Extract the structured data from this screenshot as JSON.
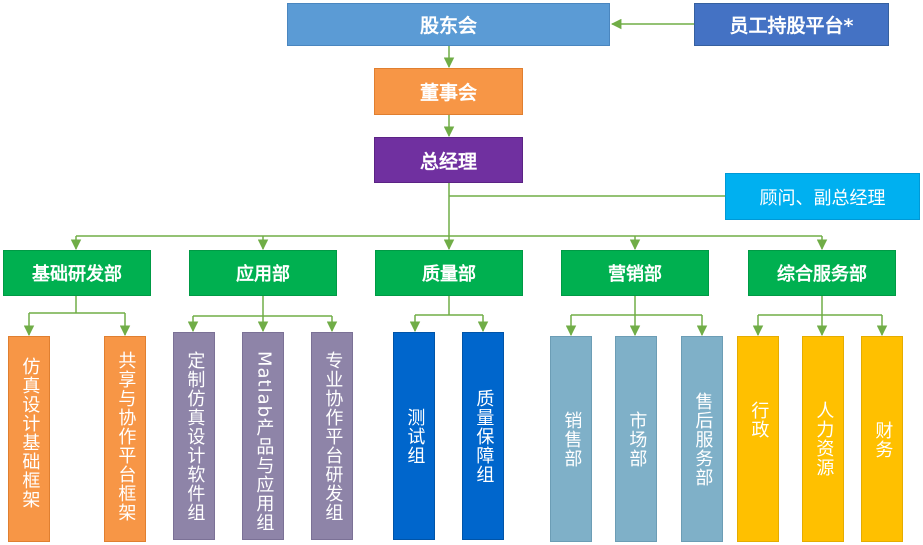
{
  "top": {
    "shareholders": "股东会",
    "esop": "员工持股平台*",
    "board": "董事会",
    "general_manager": "总经理",
    "advisor": "顾问、副总经理"
  },
  "departments": [
    {
      "label": "基础研发部",
      "units": [
        "仿真设计基础框架",
        "共享与协作平台框架"
      ]
    },
    {
      "label": "应用部",
      "units": [
        "定制仿真设计软件组",
        "Matlab产品与应用组",
        "专业协作平台研发组"
      ]
    },
    {
      "label": "质量部",
      "units": [
        "测试组",
        "质量保障组"
      ]
    },
    {
      "label": "营销部",
      "units": [
        "销售部",
        "市场部",
        "售后服务部"
      ]
    },
    {
      "label": "综合服务部",
      "units": [
        "行政",
        "人力资源",
        "财务"
      ]
    }
  ],
  "colors": {
    "connector": "#70ad47",
    "shareholders": "#5b9bd5",
    "esop": "#4472c4",
    "board": "#f79646",
    "general_manager": "#7030a0",
    "advisor": "#00b0f0",
    "department": "#00b050",
    "rd_units": "#f79646",
    "app_units": "#8e84a8",
    "qa_units": "#0066cc",
    "sales_units": "#7fb0c8",
    "admin_units": "#ffc000"
  }
}
